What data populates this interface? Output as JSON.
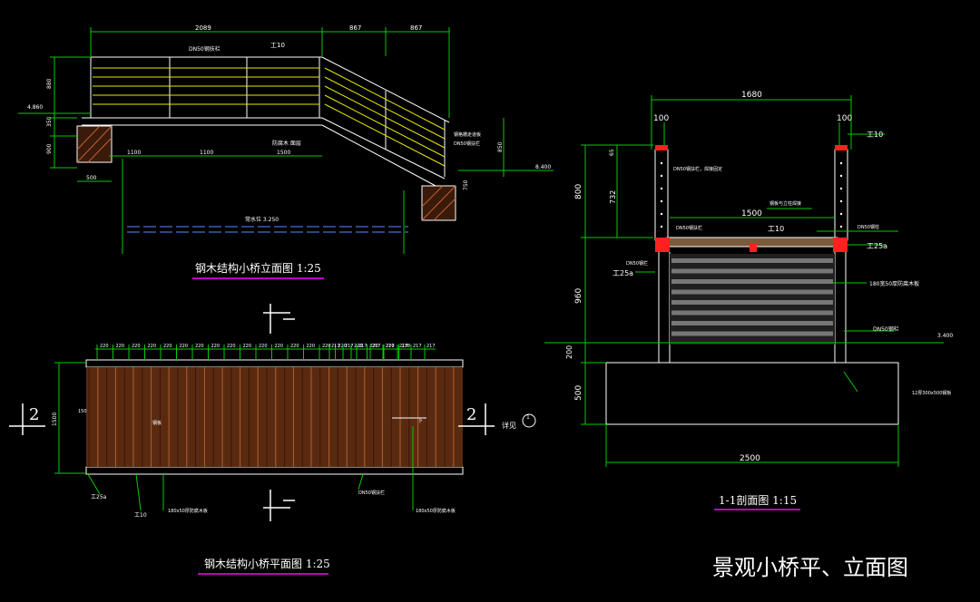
{
  "colors": {
    "bg": "#000000",
    "green": "#00cc00",
    "white": "#ffffff",
    "yellow": "#e8e800",
    "magenta": "#c000c0",
    "red": "#ff2020",
    "brown": "#8a3a1a",
    "cyan": "#5a8cff"
  },
  "main_title": "景观小桥平、立面图",
  "elevation": {
    "title": "钢木结构小桥立面图  1:25",
    "dims": {
      "top_left": "2089",
      "top_mid": "867",
      "top_right": "867",
      "base_w": "500",
      "span1": "1100",
      "span2": "1100",
      "span3": "1500",
      "level_left": "4.860",
      "level_right": "8.400",
      "h1": "880",
      "h2": "350",
      "h3": "900",
      "h4": "850",
      "h5": "750"
    },
    "labels": {
      "rail": "DN50钢扶栏",
      "steel_top": "工10",
      "deck": "防腐木 面层",
      "note1": "钢格栅走道板",
      "note2": "DN50钢扶栏",
      "water": "常水位  3.250"
    }
  },
  "plan": {
    "title": "钢木结构小桥平面图  1:25",
    "dim_left": "1500",
    "dim_left2": "150",
    "spacing_a": [
      "220",
      "220",
      "220",
      "220",
      "220",
      "220",
      "220",
      "220",
      "220",
      "220",
      "220",
      "220",
      "220",
      "220",
      "220",
      "220",
      "220",
      "220",
      "220",
      "238"
    ],
    "spacing_b": [
      "217",
      "217",
      "217",
      "217",
      "217",
      "217",
      "217",
      "217"
    ],
    "section_mark": "2",
    "detail_label": "详见",
    "detail_num": "1",
    "labels": {
      "a": "工25a",
      "b": "工10",
      "c": "180x50厚防腐木板",
      "d": "DN50钢扶栏",
      "e": "180x50厚防腐木板",
      "f": "钢板",
      "g": "下"
    }
  },
  "section": {
    "title": "1-1剖面图  1:15",
    "dims": {
      "top": "1680",
      "left_edge": "100",
      "right_edge": "100",
      "inner": "1500",
      "h_rail": "800",
      "h_732": "732",
      "h_65": "65",
      "h_960": "960",
      "h_200": "200",
      "h_500": "500",
      "base": "2500",
      "level": "3.400"
    },
    "labels": {
      "steel_top": "工10",
      "beam": "工10",
      "beam2": "工25a",
      "beam3": "工25a",
      "rail": "DN50钢扶栏，焊接固定",
      "plate": "钢板与立柱焊接",
      "deck": "180宽50厚防腐木板",
      "rail2": "DN50钢扶栏",
      "post": "DN50钢柱",
      "embed": "12厚300x500钢板",
      "bar": "DN50钢栏"
    }
  }
}
